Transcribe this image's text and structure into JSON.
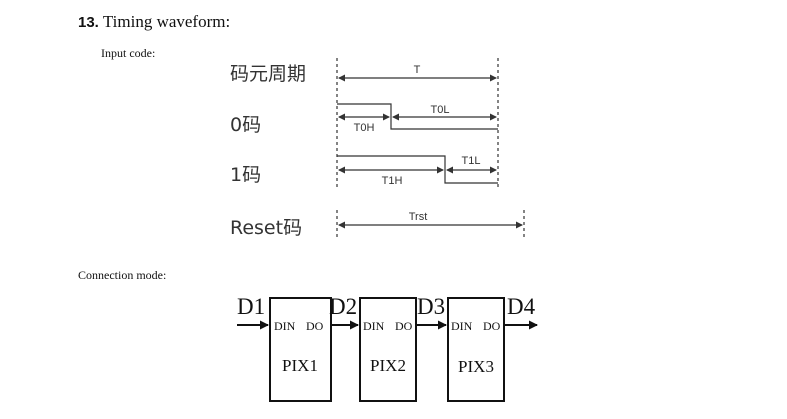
{
  "section": {
    "number": "13.",
    "title": "Timing waveform:",
    "input_label": "Input code:",
    "connection_label": "Connection mode:"
  },
  "timing": {
    "rows": [
      {
        "label": "码元周期",
        "marks": [
          "T"
        ]
      },
      {
        "label": "0码",
        "marks": [
          "T0H",
          "T0L"
        ]
      },
      {
        "label": "1码",
        "marks": [
          "T1H",
          "T1L"
        ]
      },
      {
        "label": "Reset码",
        "marks": [
          "Trst"
        ]
      }
    ]
  },
  "connection": {
    "signals": [
      "D1",
      "D2",
      "D3",
      "D4"
    ],
    "pixels": [
      {
        "name": "PIX1",
        "din": "DIN",
        "do": "DO"
      },
      {
        "name": "PIX2",
        "din": "DIN",
        "do": "DO"
      },
      {
        "name": "PIX3",
        "din": "DIN",
        "do": "DO"
      }
    ]
  }
}
